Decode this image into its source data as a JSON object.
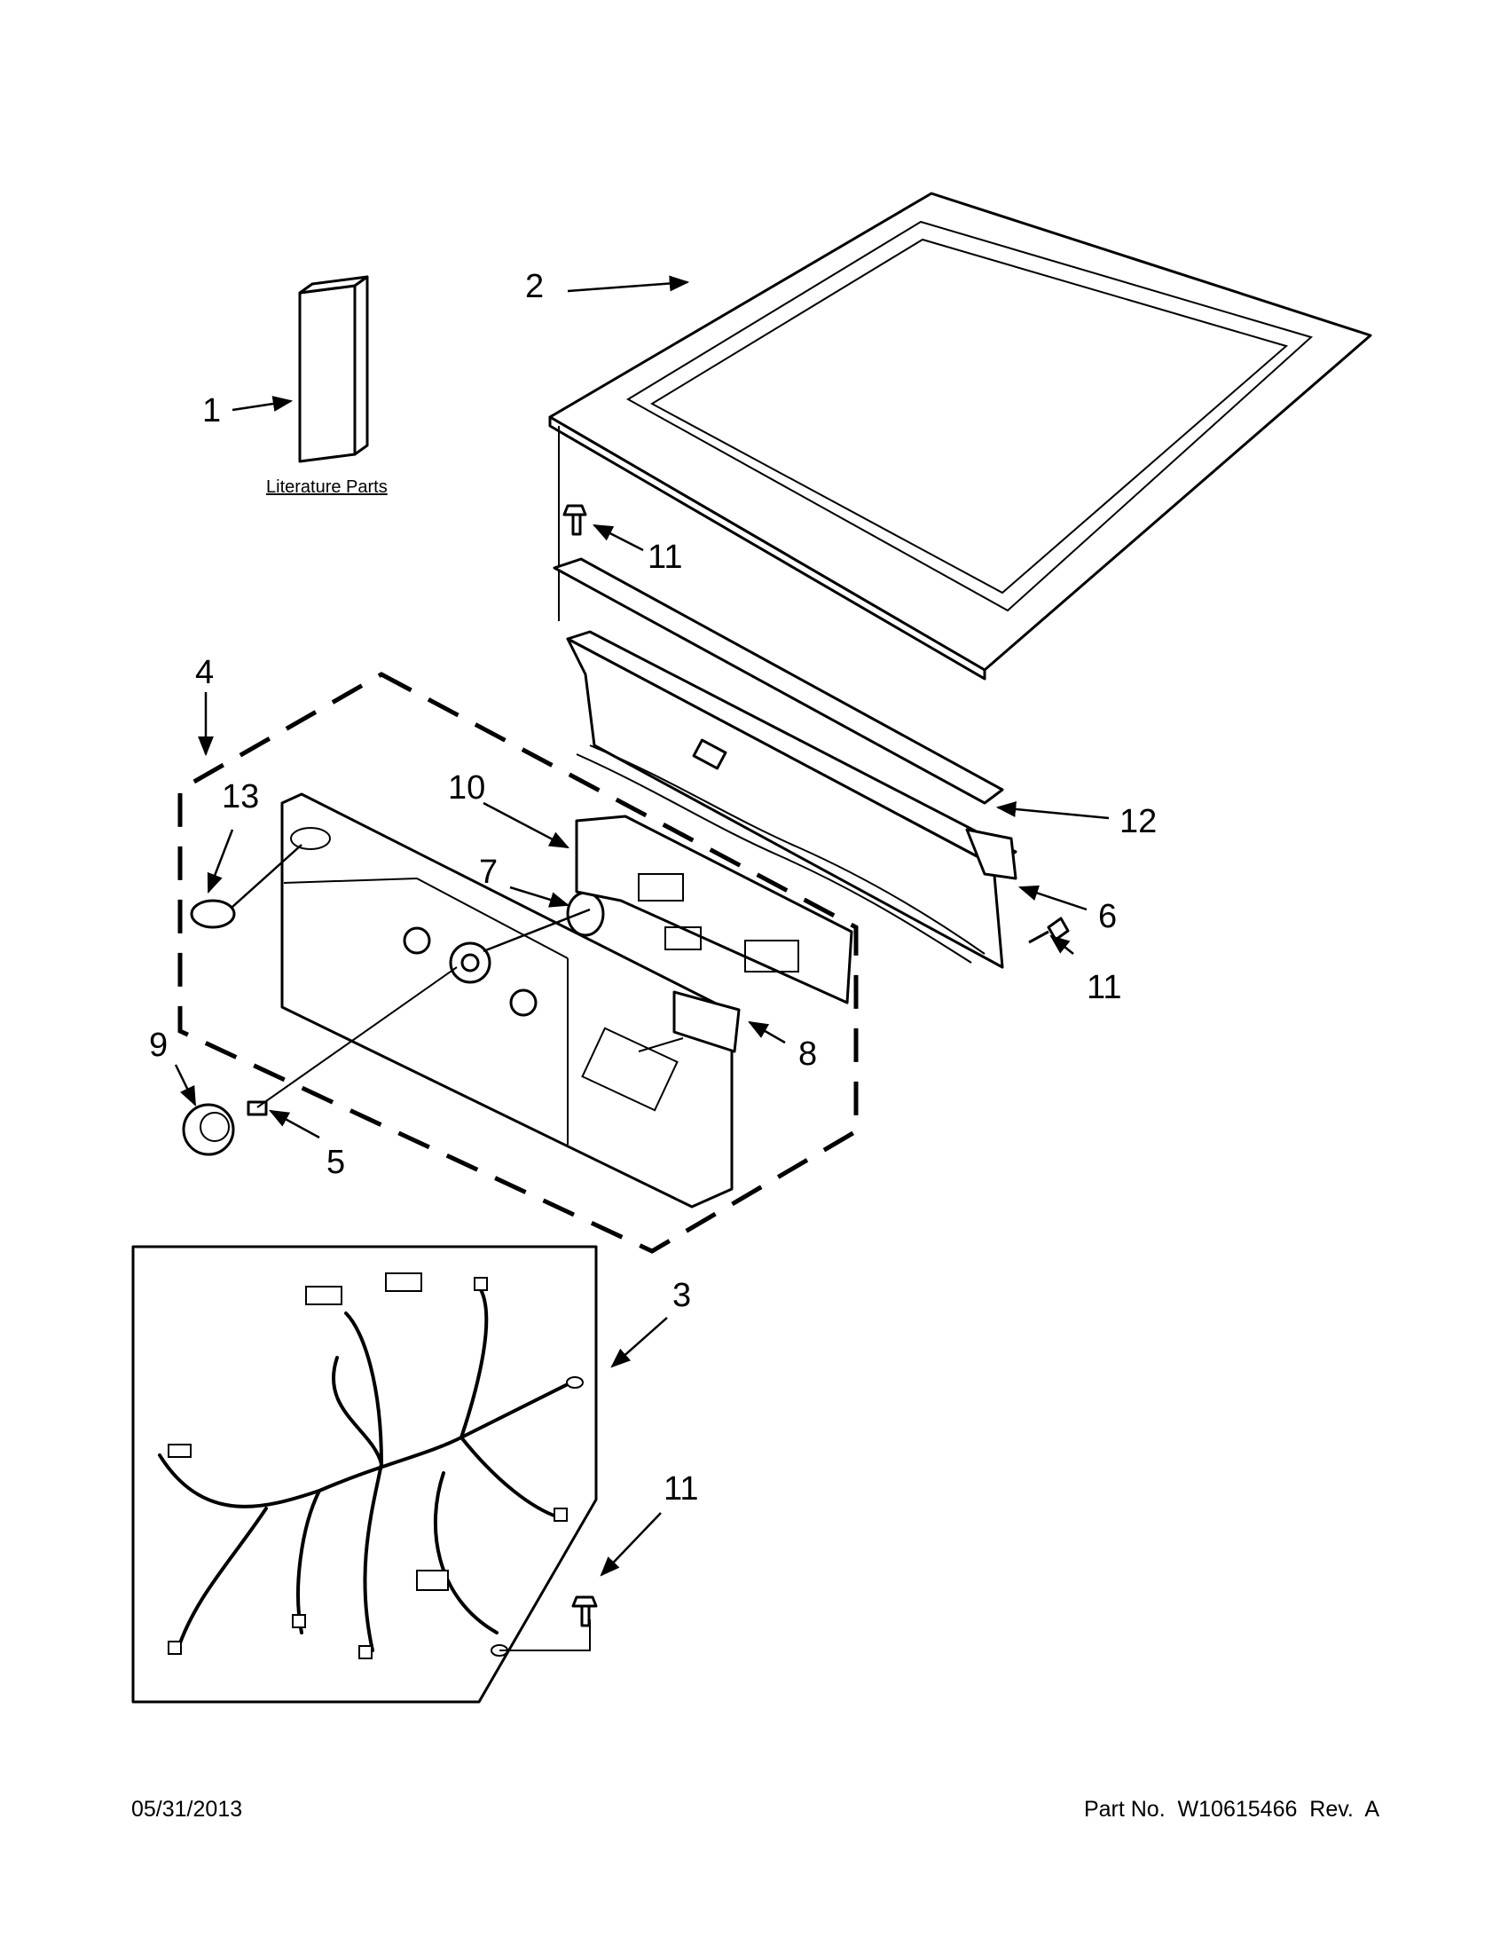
{
  "diagram": {
    "literature_label": "Literature Parts",
    "callouts": [
      "1",
      "2",
      "11",
      "4",
      "13",
      "10",
      "7",
      "12",
      "6",
      "11",
      "9",
      "8",
      "5",
      "3",
      "11"
    ],
    "footer": {
      "date": "05/31/2013",
      "part_number": "Part No.  W10615466  Rev.  A"
    }
  }
}
